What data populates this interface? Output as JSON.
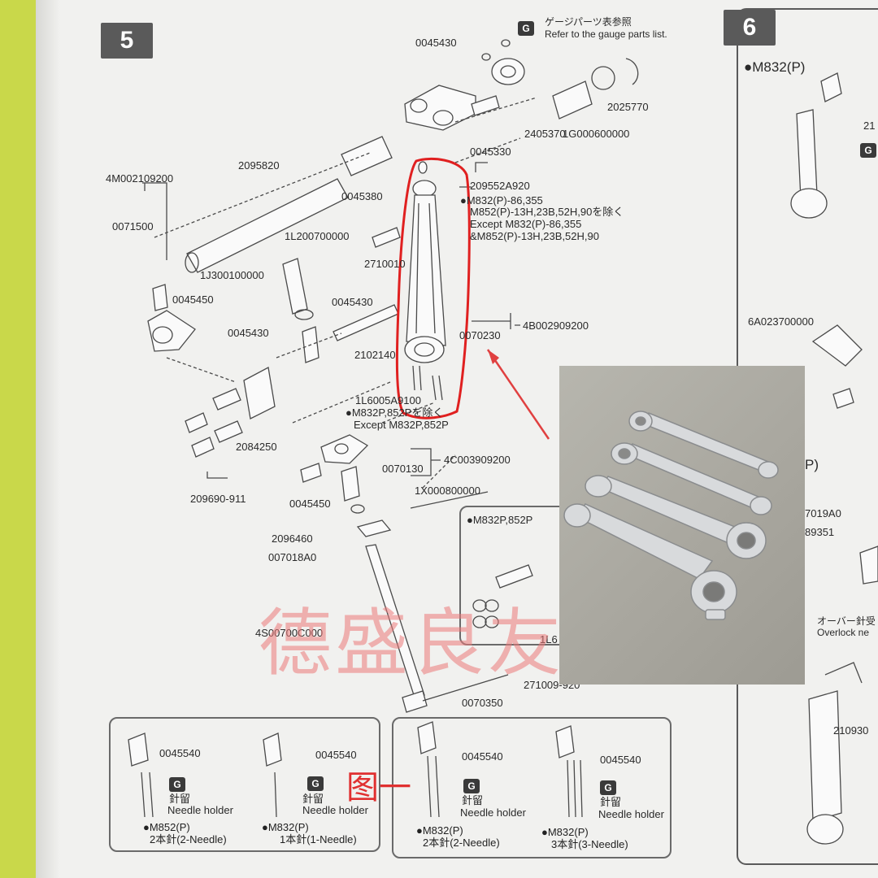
{
  "section5": {
    "number": "5",
    "gauge_jp": "ゲージパーツ表参照",
    "gauge_en": "Refer to the gauge parts list.",
    "g": "G"
  },
  "section6": {
    "number": "6",
    "model_top": "●M832(P)",
    "g": "G",
    "frag_21": "21",
    "frag_p": "P)",
    "part_6a": "6A023700000",
    "part_7019": "7019A0",
    "part_89351": "89351",
    "overlock_jp": "オーバー針受",
    "overlock_en": "Overlock ne",
    "part_210930": "210930"
  },
  "parts": {
    "p0045430_top": "0045430",
    "p2025770": "2025770",
    "p2405370": "2405370",
    "p1G000600000": "1G000600000",
    "p0045330": "0045330",
    "p209552A920": "209552A920",
    "p4M002109200": "4M002109200",
    "p2095820": "2095820",
    "p0045380": "0045380",
    "note_line1": "●M832(P)-86,355",
    "note_line2": "M852(P)-13H,23B,52H,90を除く",
    "note_line3": "Except M832(P)-86,355",
    "note_line4": "&M852(P)-13H,23B,52H,90",
    "p0071500": "0071500",
    "p1L200700000": "1L200700000",
    "p2710010": "2710010",
    "p1J300100000": "1J300100000",
    "p0045450": "0045450",
    "p0045430_mid": "0045430",
    "p0045430_right": "0045430",
    "p4B002909200": "4B002909200",
    "p0070230": "0070230",
    "p2102140": "2102140",
    "p1L6005A9100": "1L6005A9100",
    "except_jp": "●M832P,852Pを除く",
    "except_en": "Except M832P,852P",
    "p2084250": "2084250",
    "p4C003909200": "4C003909200",
    "p0070130": "0070130",
    "p209690_911": "209690-911",
    "p0045450_b": "0045450",
    "p1X000800000": "1X000800000",
    "p2096460": "2096460",
    "p007018A0": "007018A0",
    "p4S00700C000": "4S00700C000",
    "p271009_920": "271009-920",
    "p0070350": "0070350",
    "inset_model": "●M832P,852P",
    "inset_part": "1L6"
  },
  "needle_holders": [
    {
      "code": "0045540",
      "g": "G",
      "jp": "針留",
      "en": "Needle holder",
      "model": "●M852(P)",
      "needles": "2本針(2-Needle)"
    },
    {
      "code": "0045540",
      "g": "G",
      "jp": "針留",
      "en": "Needle holder",
      "model": "●M832(P)",
      "needles": "1本針(1-Needle)"
    },
    {
      "code": "0045540",
      "g": "G",
      "jp": "針留",
      "en": "Needle holder",
      "model": "●M832(P)",
      "needles": "2本針(2-Needle)"
    },
    {
      "code": "0045540",
      "g": "G",
      "jp": "針留",
      "en": "Needle holder",
      "model": "●M832(P)",
      "needles": "3本針(3-Needle)"
    }
  ],
  "overlays": {
    "watermark": "德盛良友",
    "callout": "图一"
  },
  "colors": {
    "highlight": "#e02020",
    "watermark": "#eb7878",
    "background": "#c9d84a"
  }
}
